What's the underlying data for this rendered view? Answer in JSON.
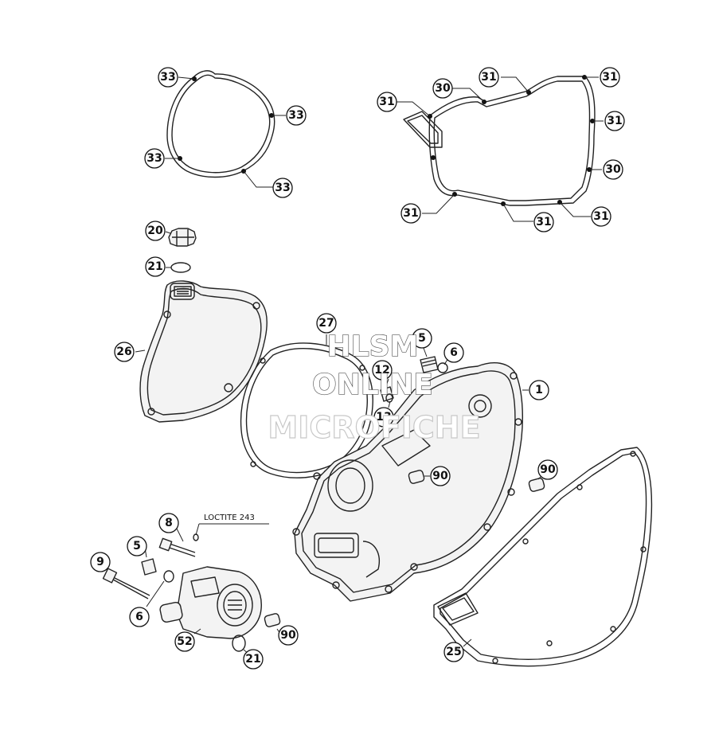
{
  "callouts": [
    {
      "id": "c1",
      "text": "33"
    },
    {
      "id": "c2",
      "text": "33"
    },
    {
      "id": "c3",
      "text": "33"
    },
    {
      "id": "c4",
      "text": "33"
    },
    {
      "id": "c5",
      "text": "31"
    },
    {
      "id": "c6",
      "text": "30"
    },
    {
      "id": "c7",
      "text": "31"
    },
    {
      "id": "c8",
      "text": "31"
    },
    {
      "id": "c9",
      "text": "31"
    },
    {
      "id": "c10",
      "text": "30"
    },
    {
      "id": "c11",
      "text": "31"
    },
    {
      "id": "c12",
      "text": "31"
    },
    {
      "id": "c13",
      "text": "31"
    },
    {
      "id": "c14",
      "text": "20"
    },
    {
      "id": "c15",
      "text": "21"
    },
    {
      "id": "c16",
      "text": "26"
    },
    {
      "id": "c17",
      "text": "27"
    },
    {
      "id": "c18",
      "text": "5"
    },
    {
      "id": "c19",
      "text": "6"
    },
    {
      "id": "c20",
      "text": "12"
    },
    {
      "id": "c21",
      "text": "13"
    },
    {
      "id": "c22",
      "text": "1"
    },
    {
      "id": "c23",
      "text": "90"
    },
    {
      "id": "c24",
      "text": "90"
    },
    {
      "id": "c25",
      "text": "8"
    },
    {
      "id": "c26",
      "text": "5"
    },
    {
      "id": "c27",
      "text": "9"
    },
    {
      "id": "c28",
      "text": "6"
    },
    {
      "id": "c29",
      "text": "52"
    },
    {
      "id": "c30",
      "text": "90"
    },
    {
      "id": "c31",
      "text": "21"
    },
    {
      "id": "c32",
      "text": "25"
    }
  ],
  "note": "LOCTITE 243",
  "watermark": {
    "line1": "HLSM",
    "line2": "ONLINE",
    "line3": "MICROFICHE"
  }
}
